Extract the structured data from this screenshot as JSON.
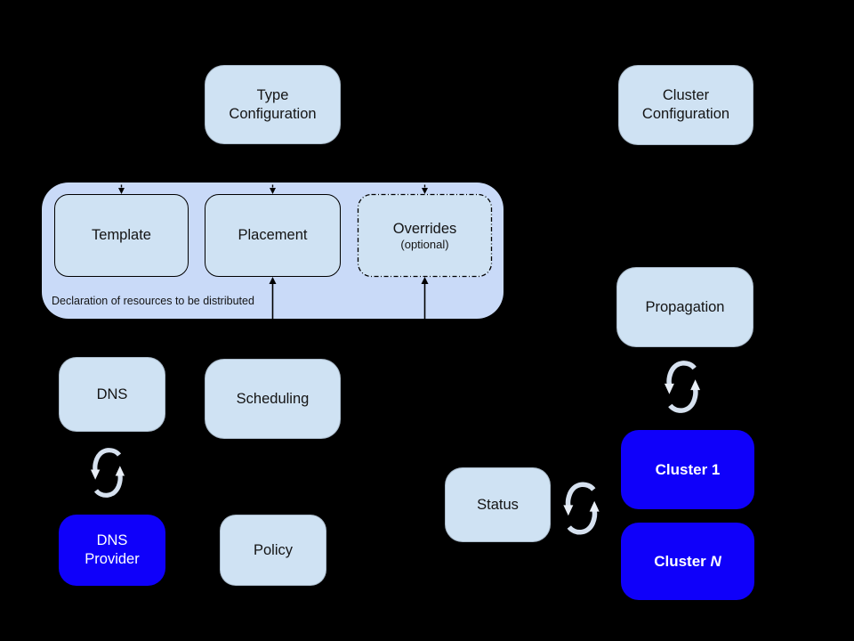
{
  "colors": {
    "background": "#000000",
    "light_box": "#cfe2f3",
    "container_box": "#c9daf8",
    "accent_blue": "#0f00fa",
    "text_dark": "#141414",
    "text_light": "#ffffff",
    "sync_arrow": "#d6e1ef",
    "sync_arrowhead": "#e9eff7",
    "line_black": "#000000"
  },
  "icons": {
    "sync": "circular-sync-arrows"
  },
  "nodes": {
    "type_configuration": {
      "label": "Type\nConfiguration"
    },
    "cluster_configuration": {
      "label": "Cluster\nConfiguration"
    },
    "template": {
      "label": "Template"
    },
    "placement": {
      "label": "Placement"
    },
    "overrides": {
      "label": "Overrides",
      "sublabel": "(optional)"
    },
    "declaration_note": {
      "label": "Declaration of resources to be distributed"
    },
    "dns": {
      "label": "DNS"
    },
    "scheduling": {
      "label": "Scheduling"
    },
    "propagation": {
      "label": "Propagation"
    },
    "dns_provider": {
      "label": "DNS\nProvider"
    },
    "policy": {
      "label": "Policy"
    },
    "status": {
      "label": "Status"
    },
    "cluster_1": {
      "label": "Cluster 1"
    },
    "cluster_n": {
      "label_prefix": "Cluster ",
      "label_suffix_italic": "N"
    }
  }
}
